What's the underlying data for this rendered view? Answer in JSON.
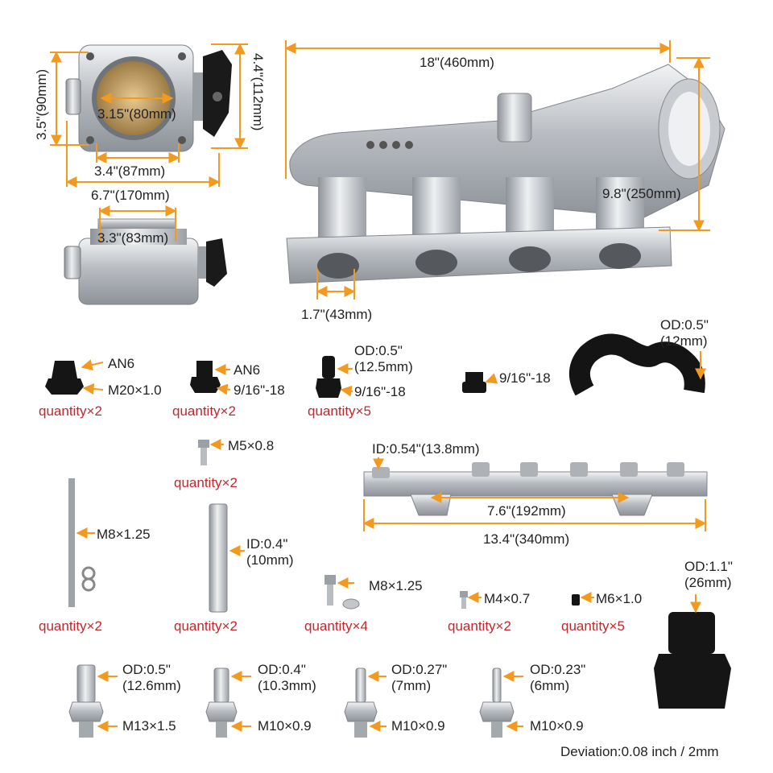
{
  "throttle_body": {
    "height_left": "3.5\"(90mm)",
    "height_right": "4.4\"(112mm)",
    "bore": "3.15\"(80mm)",
    "bolt_spacing": "3.4\"(87mm)",
    "overall_width": "6.7\"(170mm)",
    "inlet": "3.3\"(83mm)"
  },
  "manifold": {
    "length": "18\"(460mm)",
    "height": "9.8\"(250mm)",
    "runner": "1.7\"(43mm)"
  },
  "fittings_row1": [
    {
      "top": "AN6",
      "bottom": "M20×1.0",
      "qty": "quantity×2"
    },
    {
      "top": "AN6",
      "bottom": "9/16\"-18",
      "qty": "quantity×2"
    },
    {
      "top": "OD:0.5\"\n(12.5mm)",
      "bottom": "9/16\"-18",
      "qty": "quantity×5"
    },
    {
      "label": "9/16\"-18"
    }
  ],
  "hose": {
    "label": "OD:0.5\"\n(12mm)"
  },
  "screw_m5": {
    "label": "M5×0.8",
    "qty": "quantity×2"
  },
  "fuel_rail": {
    "id": "ID:0.54\"(13.8mm)",
    "mount_spacing": "7.6\"(192mm)",
    "length": "13.4\"(340mm)"
  },
  "stud": {
    "label": "M8×1.25",
    "qty": "quantity×2"
  },
  "spacer": {
    "label": "ID:0.4\"\n(10mm)",
    "qty": "quantity×2"
  },
  "bolt_m8": {
    "label": "M8×1.25",
    "qty": "quantity×4"
  },
  "screw_m4": {
    "label": "M4×0.7",
    "qty": "quantity×2"
  },
  "screw_m6": {
    "label": "M6×1.0",
    "qty": "quantity×5"
  },
  "adapter": {
    "label": "OD:1.1\"\n(26mm)"
  },
  "barbs": [
    {
      "od": "OD:0.5\"\n(12.6mm)",
      "thread": "M13×1.5"
    },
    {
      "od": "OD:0.4\"\n(10.3mm)",
      "thread": "M10×0.9"
    },
    {
      "od": "OD:0.27\"\n(7mm)",
      "thread": "M10×0.9"
    },
    {
      "od": "OD:0.23\"\n(6mm)",
      "thread": "M10×0.9"
    }
  ],
  "deviation": "Deviation:0.08 inch / 2mm",
  "colors": {
    "dimension": "#f29a1f",
    "quantity": "#c0282d",
    "metal": "#c9ccd0",
    "black": "#151515"
  }
}
